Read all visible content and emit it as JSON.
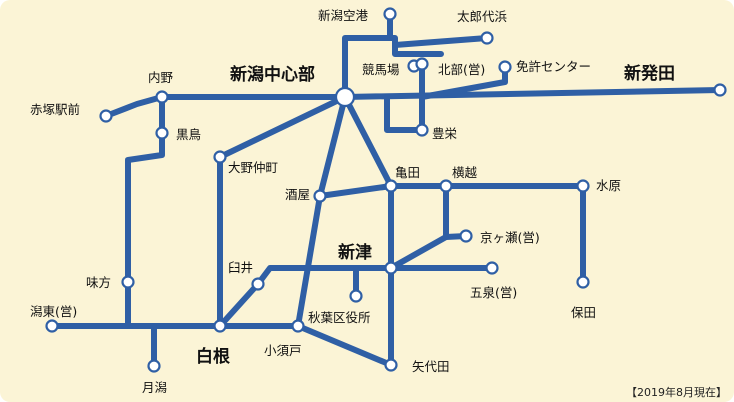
{
  "colors": {
    "background": "#fbf4d6",
    "route": "#2f5fa5",
    "stop_fill": "#ffffff",
    "stop_stroke": "#2f5fa5",
    "hub_fill": "#ffffff",
    "text": "#111111"
  },
  "as_of_label": "【2019年8月現在】",
  "stations": {
    "niigata_airport": "新潟空港",
    "taro_daisho": "太郎代浜",
    "niigata_center": "新潟中心部",
    "keibajo": "競馬場",
    "hokubu": "北部(営)",
    "menkyo": "免許センター",
    "shibata": "新発田",
    "uchino": "内野",
    "akatsuka": "赤塚駅前",
    "kuroshima": "黒鳥",
    "toyosaka": "豊栄",
    "ono_nakamachi": "大野仲町",
    "sakaya": "酒屋",
    "kameda": "亀田",
    "yokogoshi": "横越",
    "mizuhara": "水原",
    "kyogase": "京ヶ瀬(営)",
    "niitsu": "新津",
    "usui": "臼井",
    "ajikata": "味方",
    "gosen": "五泉(営)",
    "katahigashi": "潟東(営)",
    "akiha_ward": "秋葉区役所",
    "yasuda": "保田",
    "shirone": "白根",
    "kozudo": "小須戸",
    "yashirode": "矢代田",
    "tsukigata": "月潟"
  }
}
